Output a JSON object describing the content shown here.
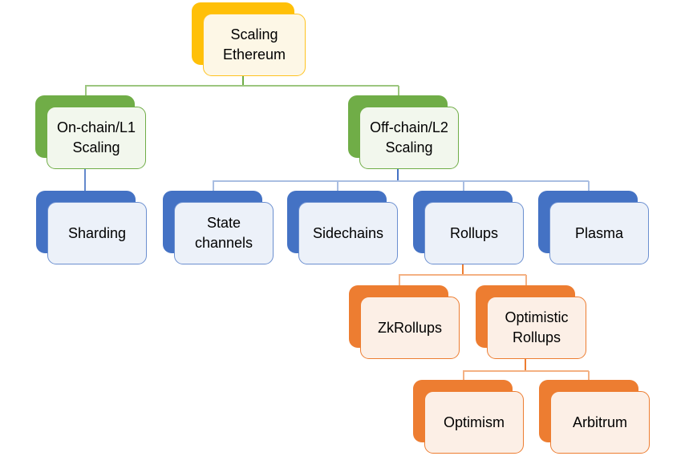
{
  "diagram": {
    "type": "hierarchy",
    "title": "Scaling Ethereum",
    "nodes": {
      "root": {
        "label": "Scaling Ethereum",
        "level": 1,
        "theme": "gold",
        "parent": null
      },
      "onchain": {
        "label": "On-chain/L1 Scaling",
        "level": 2,
        "theme": "green",
        "parent": "root"
      },
      "offchain": {
        "label": "Off-chain/L2 Scaling",
        "level": 2,
        "theme": "green",
        "parent": "root"
      },
      "sharding": {
        "label": "Sharding",
        "level": 3,
        "theme": "blue",
        "parent": "onchain"
      },
      "state_channels": {
        "label": "State channels",
        "level": 3,
        "theme": "blue",
        "parent": "offchain"
      },
      "sidechains": {
        "label": "Sidechains",
        "level": 3,
        "theme": "blue",
        "parent": "offchain"
      },
      "rollups": {
        "label": "Rollups",
        "level": 3,
        "theme": "blue",
        "parent": "offchain"
      },
      "plasma": {
        "label": "Plasma",
        "level": 3,
        "theme": "blue",
        "parent": "offchain"
      },
      "zkrollups": {
        "label": "ZkRollups",
        "level": 4,
        "theme": "orange",
        "parent": "rollups"
      },
      "optimistic_rollups": {
        "label": "Optimistic Rollups",
        "level": 4,
        "theme": "orange",
        "parent": "rollups"
      },
      "optimism": {
        "label": "Optimism",
        "level": 5,
        "theme": "orange",
        "parent": "optimistic_rollups"
      },
      "arbitrum": {
        "label": "Arbitrum",
        "level": 5,
        "theme": "orange",
        "parent": "optimistic_rollups"
      }
    },
    "edges": [
      [
        "Scaling Ethereum",
        "On-chain/L1 Scaling"
      ],
      [
        "Scaling Ethereum",
        "Off-chain/L2 Scaling"
      ],
      [
        "On-chain/L1 Scaling",
        "Sharding"
      ],
      [
        "Off-chain/L2 Scaling",
        "State channels"
      ],
      [
        "Off-chain/L2 Scaling",
        "Sidechains"
      ],
      [
        "Off-chain/L2 Scaling",
        "Rollups"
      ],
      [
        "Off-chain/L2 Scaling",
        "Plasma"
      ],
      [
        "Rollups",
        "ZkRollups"
      ],
      [
        "Rollups",
        "Optimistic Rollups"
      ],
      [
        "Optimistic Rollups",
        "Optimism"
      ],
      [
        "Optimistic Rollups",
        "Arbitrum"
      ]
    ],
    "themes": {
      "gold": {
        "accent": "#FFC000",
        "fill": "#FDF7E6"
      },
      "green": {
        "accent": "#70AD47",
        "fill": "#F2F7ED"
      },
      "blue": {
        "accent": "#4472C4",
        "fill": "#ECF1F9"
      },
      "orange": {
        "accent": "#ED7D31",
        "fill": "#FCEFE6"
      }
    }
  }
}
